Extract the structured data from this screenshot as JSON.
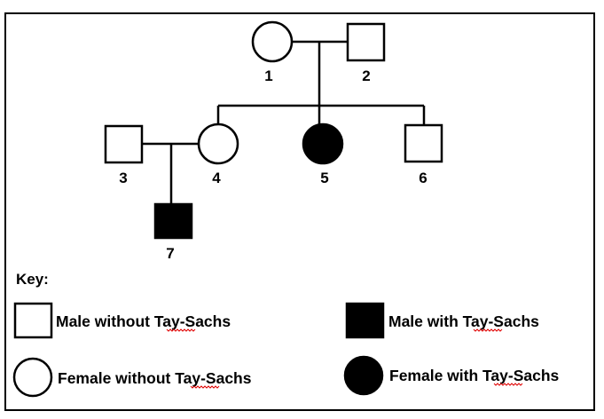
{
  "pedigree": {
    "individuals": [
      {
        "id": "1",
        "label": "1",
        "sex": "female",
        "affected": false
      },
      {
        "id": "2",
        "label": "2",
        "sex": "male",
        "affected": false
      },
      {
        "id": "3",
        "label": "3",
        "sex": "male",
        "affected": false
      },
      {
        "id": "4",
        "label": "4",
        "sex": "female",
        "affected": false
      },
      {
        "id": "5",
        "label": "5",
        "sex": "female",
        "affected": true
      },
      {
        "id": "6",
        "label": "6",
        "sex": "male",
        "affected": false
      },
      {
        "id": "7",
        "label": "7",
        "sex": "male",
        "affected": true
      }
    ],
    "matings": [
      {
        "partners": [
          "1",
          "2"
        ],
        "children": [
          "4",
          "5",
          "6"
        ]
      },
      {
        "partners": [
          "3",
          "4"
        ],
        "children": [
          "7"
        ]
      }
    ],
    "colors": {
      "line": "#000000",
      "affected_fill": "#000000",
      "unaffected_fill": "#ffffff",
      "spell_underline": "#e00000"
    }
  },
  "key": {
    "title": "Key:",
    "items": [
      {
        "shape": "square",
        "affected": false,
        "text_before": "Male without ",
        "text_marked": "Tay",
        "text_after": "-Sachs"
      },
      {
        "shape": "square",
        "affected": true,
        "text_before": "Male with ",
        "text_marked": "Tay",
        "text_after": "-Sachs"
      },
      {
        "shape": "circle",
        "affected": false,
        "text_before": "Female without ",
        "text_marked": "Tay",
        "text_after": "-Sachs"
      },
      {
        "shape": "circle",
        "affected": true,
        "text_before": "Female with ",
        "text_marked": "Tay",
        "text_after": "-Sachs"
      }
    ]
  }
}
